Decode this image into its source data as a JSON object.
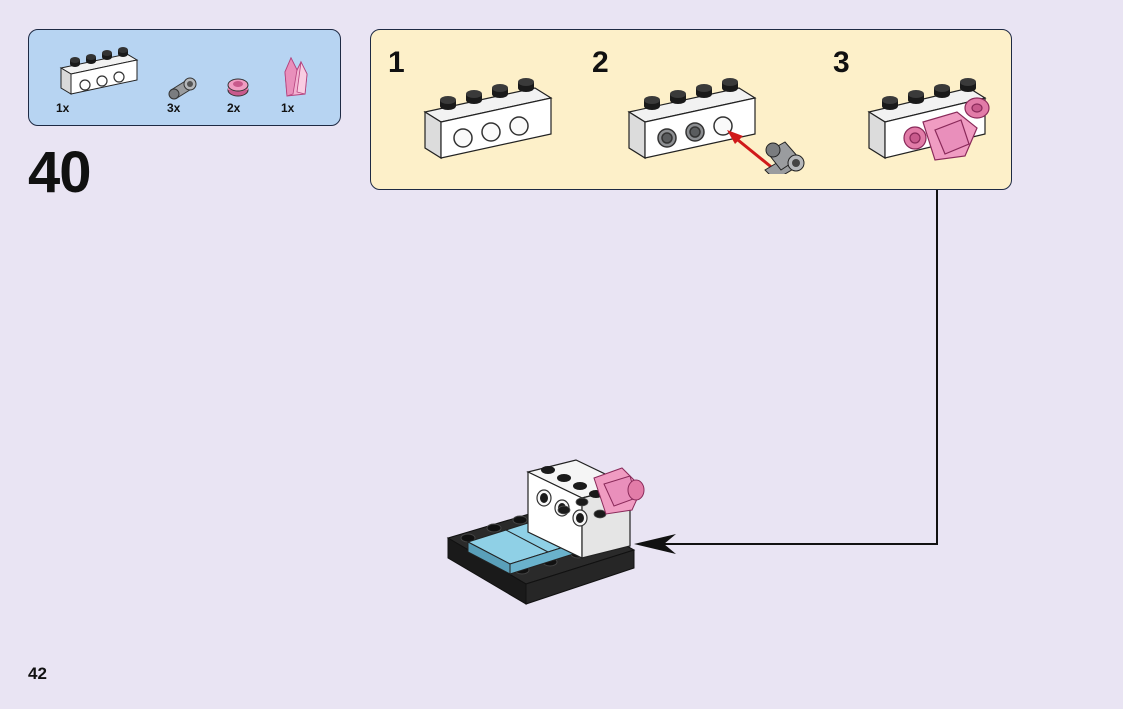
{
  "parts_list": {
    "items": [
      {
        "icon": "technic-brick-1x4-icon",
        "qty": "1x",
        "color": "#ffffff"
      },
      {
        "icon": "technic-pin-icon",
        "qty": "3x",
        "color": "#8a8d90"
      },
      {
        "icon": "round-plate-pink-icon",
        "qty": "2x",
        "color": "#e27ca8"
      },
      {
        "icon": "pink-crystal-icon",
        "qty": "1x",
        "color": "#f3a6cc"
      }
    ]
  },
  "step_number": "40",
  "sub_steps": [
    {
      "number": "1"
    },
    {
      "number": "2"
    },
    {
      "number": "3"
    }
  ],
  "page_number": "42",
  "colors": {
    "page_bg": "#e9e4f3",
    "parts_box_bg": "#b7d4f2",
    "sub_box_bg": "#fdf0c9",
    "arrow_red": "#d01a1a",
    "brick_white": "#ffffff",
    "pink": "#e27ca8",
    "light_blue": "#86c7de",
    "dark": "#1e1e1e"
  }
}
